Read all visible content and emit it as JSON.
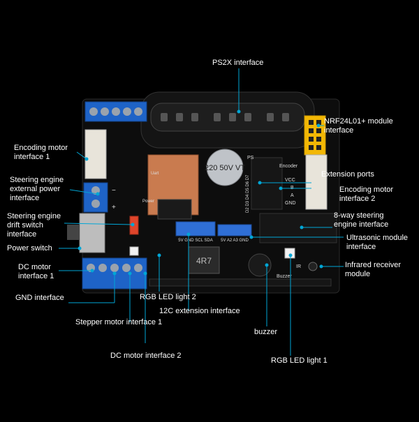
{
  "colors": {
    "background": "#000000",
    "board": "#0d0d0d",
    "callout_line": "#00a6d6",
    "terminal_blue": "#1e63c7",
    "header_yellow": "#f2b705",
    "copper_pad": "#c97b4f",
    "label_text": "#ffffff"
  },
  "labels": {
    "ps2x": "PS2X interface",
    "nrf": "NRF24L01+ module interface",
    "encoding1": "Encoding motor interface 1",
    "steering_power": "Steering engine external power interface",
    "steering_drift": "Steering engine drift switch interface",
    "power_switch": "Power switch",
    "dc1": "DC motor interface 1",
    "gnd": "GND interface",
    "stepper1": "Stepper motor interface 1",
    "dc2": "DC motor interface 2",
    "rgb2": "RGB LED light 2",
    "i2c": "12C extension interface",
    "buzzer": "buzzer",
    "rgb1": "RGB LED light 1",
    "extension": "Extension ports",
    "encoding2": "Encoding motor interface 2",
    "steering8": "8-way steering engine interface",
    "ultrasonic": "Ultrasonic module interface",
    "infrared": "Infrared receiver module"
  },
  "silkscreen": {
    "capacitor": "220 50V VT",
    "inductor": "4R7",
    "ps": "PS",
    "encoder": "Encoder",
    "vcc": "VCC",
    "b": "B",
    "a": "A",
    "gnd": "GND",
    "buzzer": "Buzzer",
    "ir": "IR",
    "uart": "Uart",
    "i2c_pins": "5V GND SCL SDA",
    "power": "Power",
    "plus": "+",
    "minus": "−",
    "d_pins": "D2 D3 D4 D5 D6 D7",
    "a_pins": "5V A2 A3 GND"
  }
}
